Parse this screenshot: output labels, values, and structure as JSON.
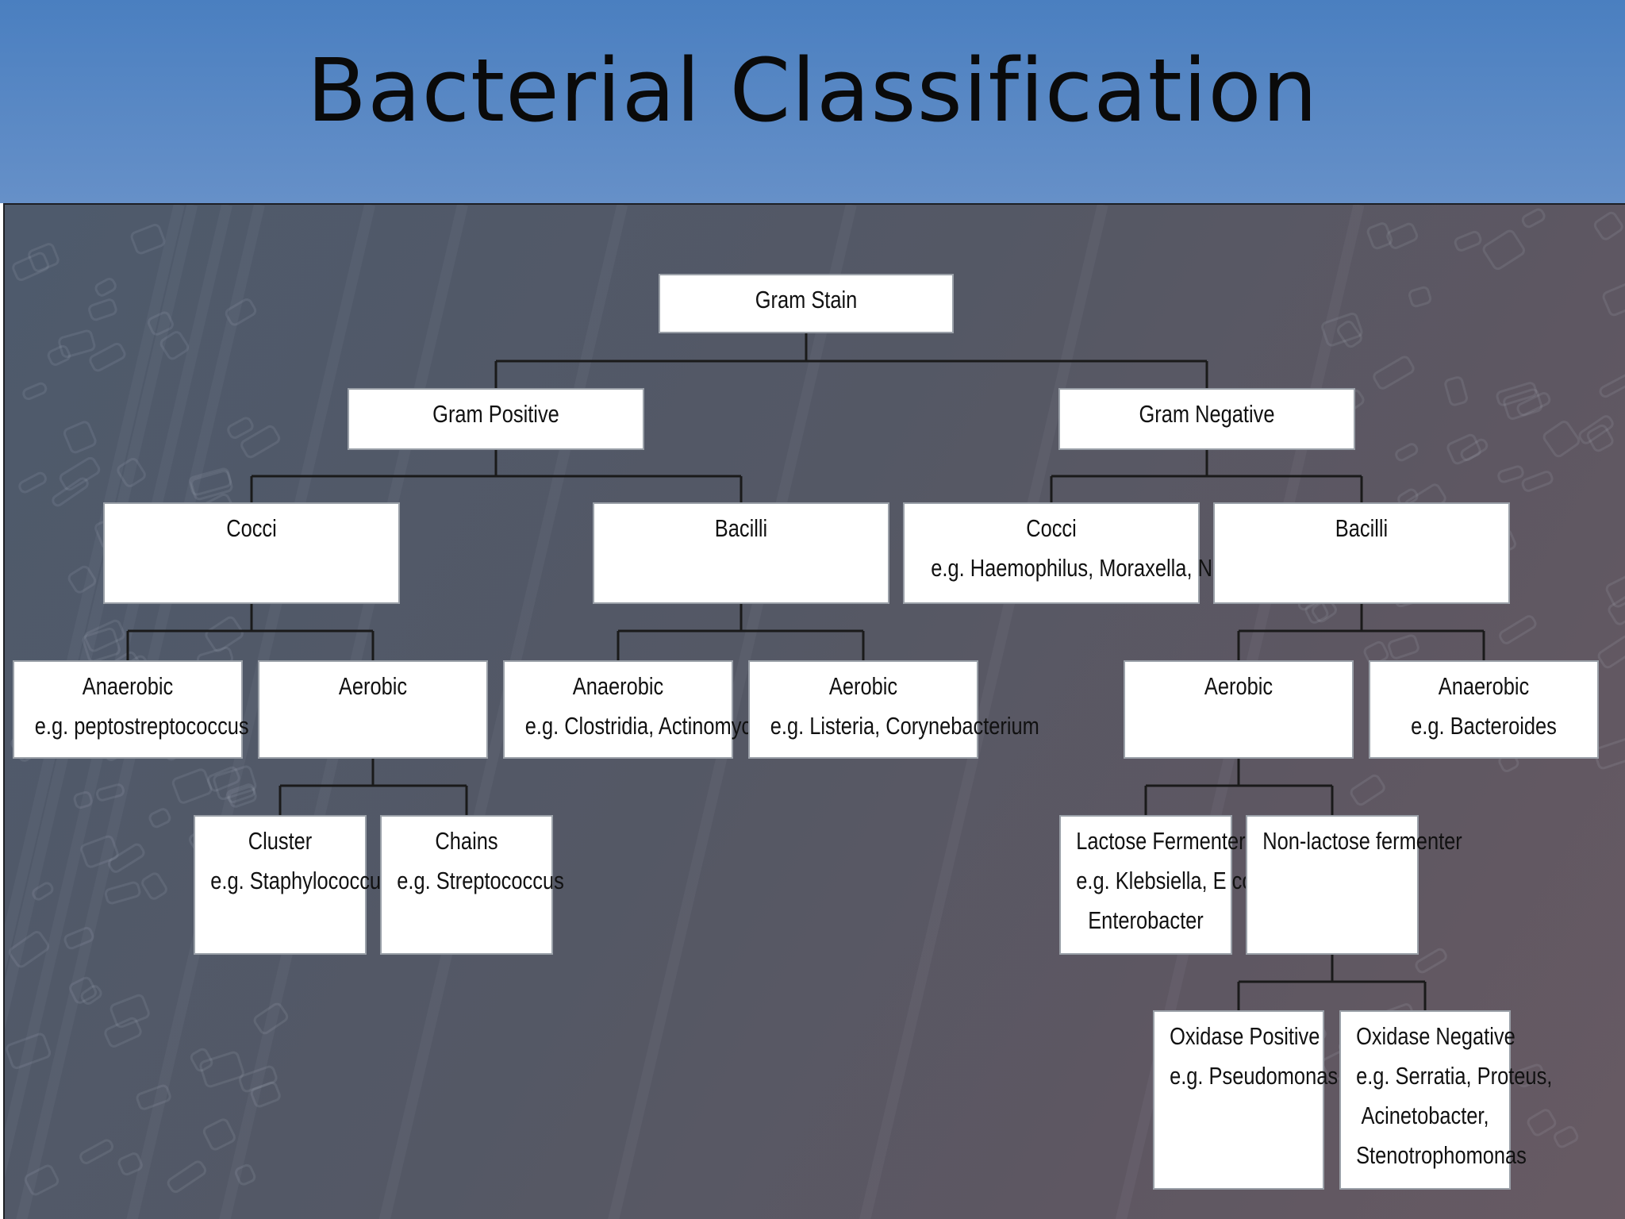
{
  "title": "Bacterial Classification",
  "colors": {
    "header": "#4a7fc0",
    "panel": "#545865",
    "node_fill": "#ffffff",
    "connector": "#1a1a1a"
  },
  "diagram": {
    "nodes": {
      "gram_stain": {
        "lines": [
          "Gram Stain"
        ]
      },
      "gram_positive": {
        "lines": [
          "Gram Positive"
        ]
      },
      "gram_negative": {
        "lines": [
          "Gram Negative"
        ]
      },
      "gp_cocci": {
        "lines": [
          "Cocci"
        ]
      },
      "gp_bacilli": {
        "lines": [
          "Bacilli"
        ]
      },
      "gn_cocci": {
        "lines": [
          "Cocci",
          "e.g. Haemophilus, Moraxella, Neisseria"
        ]
      },
      "gn_bacilli": {
        "lines": [
          "Bacilli"
        ]
      },
      "gpc_anaerobic": {
        "lines": [
          "Anaerobic",
          "e.g. peptostreptococcus"
        ]
      },
      "gpc_aerobic": {
        "lines": [
          "Aerobic"
        ]
      },
      "gpb_anaerobic": {
        "lines": [
          "Anaerobic",
          "e.g. Clostridia, Actinomyces"
        ]
      },
      "gpb_aerobic": {
        "lines": [
          "Aerobic",
          "e.g. Listeria, Corynebacterium"
        ]
      },
      "gnb_aerobic": {
        "lines": [
          "Aerobic"
        ]
      },
      "gnb_anaerobic": {
        "lines": [
          "Anaerobic",
          "e.g. Bacteroides"
        ]
      },
      "cluster": {
        "lines": [
          "Cluster",
          "e.g. Staphylococcus"
        ]
      },
      "chains": {
        "lines": [
          "Chains",
          "e.g. Streptococcus"
        ]
      },
      "lactose_fermenter": {
        "lines": [
          "Lactose Fermenter",
          "e.g. Klebsiella, E coli",
          "Enterobacter"
        ]
      },
      "non_lactose_fermenter": {
        "lines": [
          "Non-lactose fermenter"
        ]
      },
      "oxidase_positive": {
        "lines": [
          "Oxidase Positive",
          "e.g. Pseudomonas"
        ]
      },
      "oxidase_negative": {
        "lines": [
          "Oxidase Negative",
          "e.g. Serratia, Proteus,",
          "Acinetobacter,",
          "Stenotrophomonas"
        ]
      }
    },
    "edges": [
      [
        "gram_stain",
        [
          "gram_positive",
          "gram_negative"
        ]
      ],
      [
        "gram_positive",
        [
          "gp_cocci",
          "gp_bacilli"
        ]
      ],
      [
        "gram_negative",
        [
          "gn_cocci",
          "gn_bacilli"
        ]
      ],
      [
        "gp_cocci",
        [
          "gpc_anaerobic",
          "gpc_aerobic"
        ]
      ],
      [
        "gp_bacilli",
        [
          "gpb_anaerobic",
          "gpb_aerobic"
        ]
      ],
      [
        "gn_bacilli",
        [
          "gnb_aerobic",
          "gnb_anaerobic"
        ]
      ],
      [
        "gpc_aerobic",
        [
          "cluster",
          "chains"
        ]
      ],
      [
        "gnb_aerobic",
        [
          "lactose_fermenter",
          "non_lactose_fermenter"
        ]
      ],
      [
        "non_lactose_fermenter",
        [
          "oxidase_positive",
          "oxidase_negative"
        ]
      ]
    ]
  }
}
